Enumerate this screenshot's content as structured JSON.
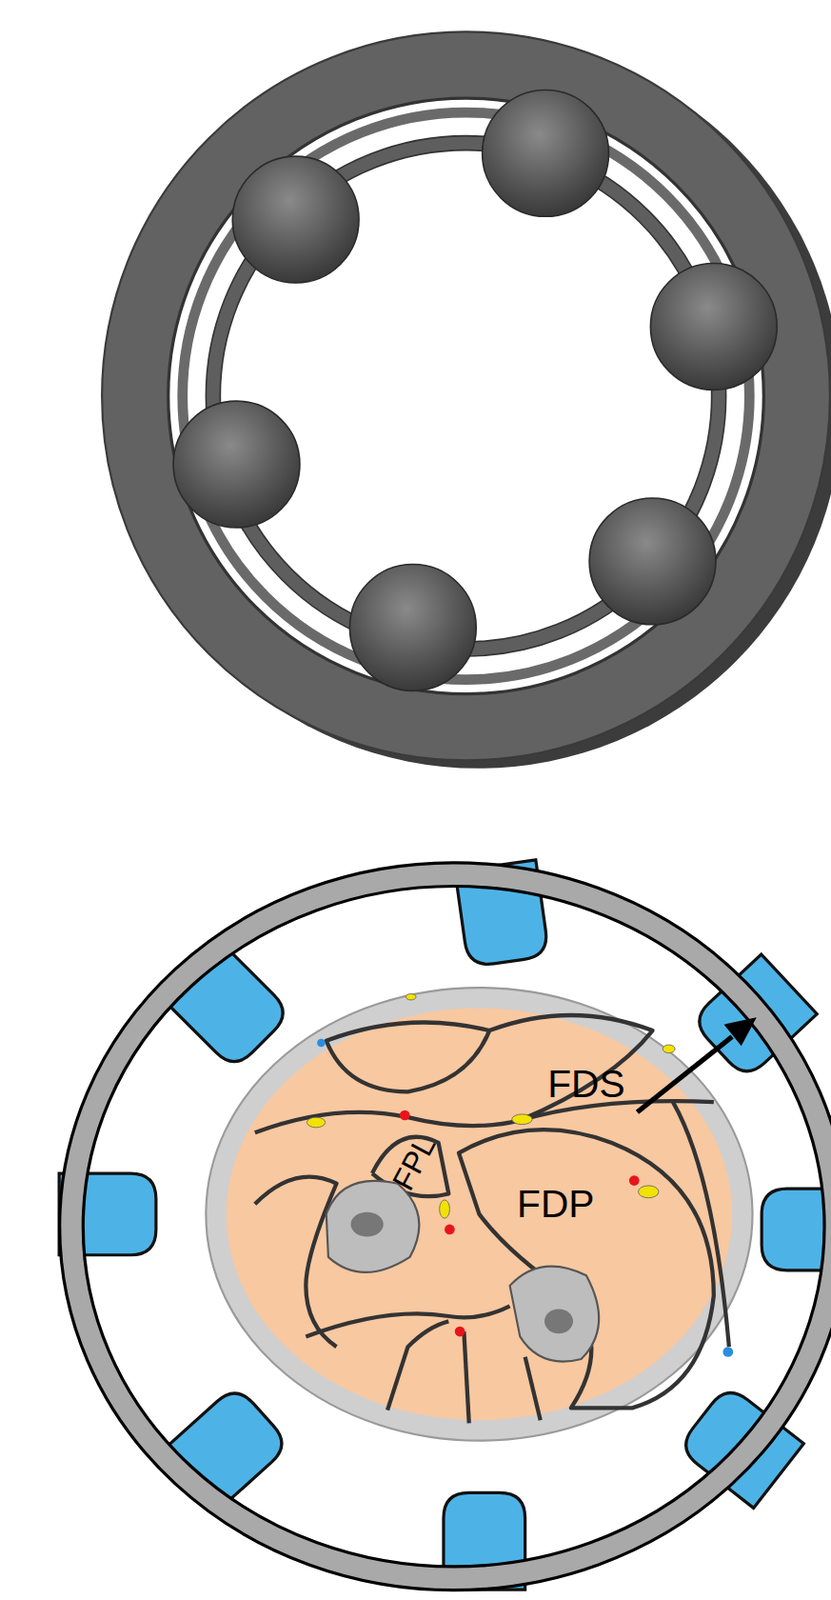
{
  "diagram": {
    "labels": [
      "FDS",
      "FDP",
      "FPL"
    ]
  }
}
